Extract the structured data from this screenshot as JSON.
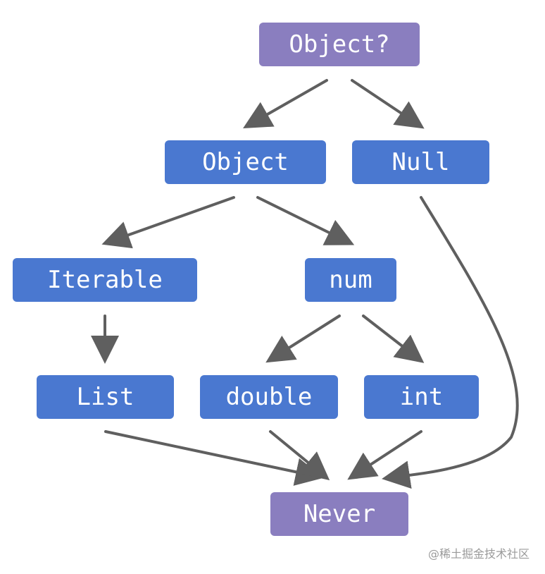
{
  "colors": {
    "type_node": "#4a78d0",
    "special_node": "#8a7ebf",
    "edge": "#5f5f5f",
    "text": "#ffffff"
  },
  "nodes": {
    "object_nullable": "Object?",
    "object": "Object",
    "null": "Null",
    "iterable": "Iterable",
    "num": "num",
    "list": "List",
    "double": "double",
    "int": "int",
    "never": "Never"
  },
  "edges": [
    {
      "from": "object_nullable",
      "to": "object"
    },
    {
      "from": "object_nullable",
      "to": "null"
    },
    {
      "from": "object",
      "to": "iterable"
    },
    {
      "from": "object",
      "to": "num"
    },
    {
      "from": "iterable",
      "to": "list"
    },
    {
      "from": "num",
      "to": "double"
    },
    {
      "from": "num",
      "to": "int"
    },
    {
      "from": "list",
      "to": "never"
    },
    {
      "from": "double",
      "to": "never"
    },
    {
      "from": "int",
      "to": "never"
    },
    {
      "from": "null",
      "to": "never"
    }
  ],
  "watermark": "@稀土掘金技术社区"
}
